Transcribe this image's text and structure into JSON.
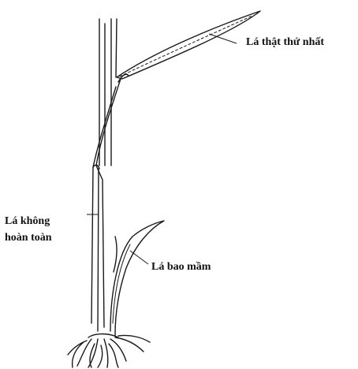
{
  "labels": {
    "first_true_leaf": "Lá thật thứ nhất",
    "incomplete_leaf_line1": "Lá không",
    "incomplete_leaf_line2": "hoàn toàn",
    "coleoptile": "Lá bao mầm"
  },
  "colors": {
    "ink": "#1a1a1a",
    "background": "#ffffff"
  }
}
